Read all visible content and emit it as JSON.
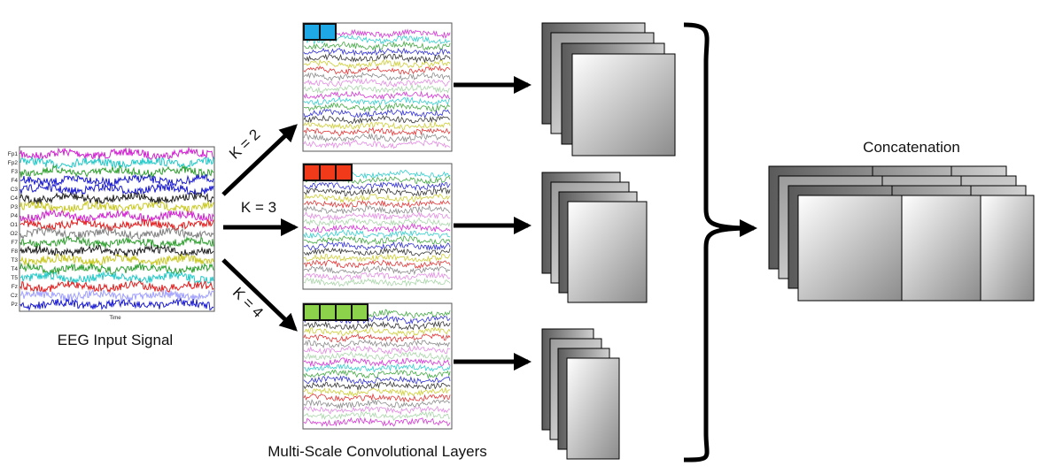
{
  "eeg_input": {
    "caption": "EEG Input Signal",
    "channels": [
      "Fp1",
      "Fp2",
      "F3",
      "F4",
      "C3",
      "C4",
      "P3",
      "P4",
      "O1",
      "O2",
      "F7",
      "F8",
      "T3",
      "T4",
      "T5",
      "Fz",
      "Cz",
      "Pz"
    ],
    "time_label": "Time"
  },
  "branches": [
    {
      "kernel_label": "K = 2",
      "kernel_size": 2,
      "kernel_color": "#1fa8e6"
    },
    {
      "kernel_label": "K = 3",
      "kernel_size": 3,
      "kernel_color": "#f03a1a"
    },
    {
      "kernel_label": "K = 4",
      "kernel_size": 4,
      "kernel_color": "#8cd24a"
    }
  ],
  "conv_caption": "Multi-Scale Convolutional Layers",
  "concat_label": "Concatenation",
  "trace_colors": [
    "#d020d0",
    "#20c8c8",
    "#30a030",
    "#1a1ad0",
    "#202020",
    "#c8c820",
    "#e02020",
    "#808080",
    "#e080e0",
    "#a0d0a0"
  ]
}
